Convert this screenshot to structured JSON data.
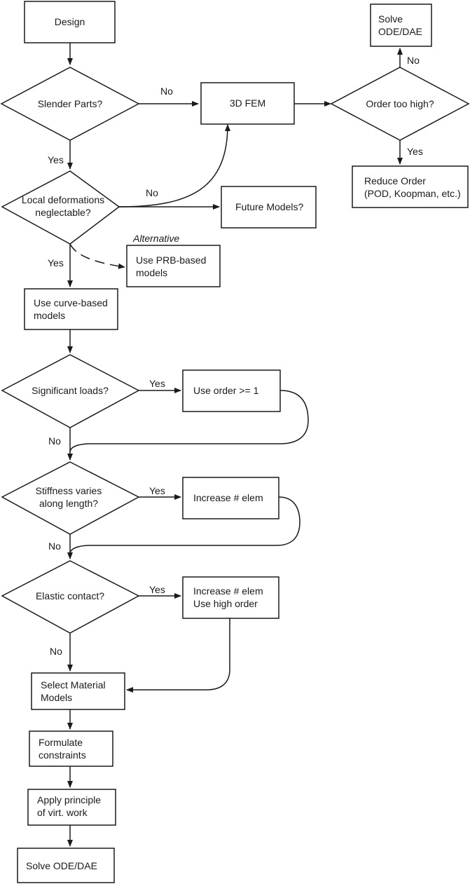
{
  "nodes": {
    "design": "Design",
    "slender_parts": "Slender Parts?",
    "fem_3d": "3D FEM",
    "order_too_high": "Order too high?",
    "solve_ode_dae_top": [
      "Solve",
      "ODE/DAE"
    ],
    "reduce_order": [
      "Reduce Order",
      "(POD, Koopman, etc.)"
    ],
    "local_deformations": [
      "Local deformations",
      "neglectable?"
    ],
    "future_models": "Future Models?",
    "prb_models": [
      "Use PRB-based",
      "models"
    ],
    "curve_models": [
      "Use curve-based",
      "models"
    ],
    "significant_loads": "Significant loads?",
    "order_ge_1": "Use order >= 1",
    "stiffness_varies": [
      "Stiffness varies",
      "along length?"
    ],
    "increase_elem": "Increase # elem",
    "elastic_contact": "Elastic contact?",
    "increase_elem_high_order": [
      "Increase # elem",
      "Use high order"
    ],
    "select_material": [
      "Select Material",
      "Models"
    ],
    "formulate_constraints": [
      "Formulate",
      "constraints"
    ],
    "apply_virtual_work": [
      "Apply principle",
      "of virt. work"
    ],
    "solve_ode_dae_bottom": "Solve ODE/DAE"
  },
  "edge_labels": {
    "slender_no": "No",
    "order_no": "No",
    "order_yes": "Yes",
    "slender_yes": "Yes",
    "local_no": "No",
    "alternative": "Alternative",
    "local_yes": "Yes",
    "loads_yes": "Yes",
    "loads_no": "No",
    "stiffness_yes": "Yes",
    "stiffness_no": "No",
    "contact_yes": "Yes",
    "contact_no": "No"
  }
}
